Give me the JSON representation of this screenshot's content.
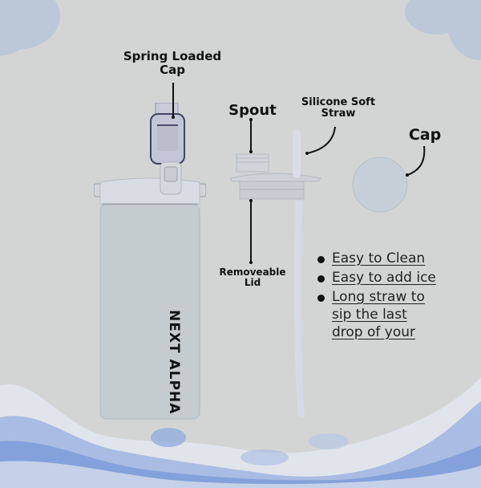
{
  "labels": {
    "spring_loaded_cap": [
      "Spring Loaded",
      "Cap"
    ],
    "spout": "Spout",
    "silicone_straw": [
      "Silicone Soft",
      "Straw"
    ],
    "cap": "Cap",
    "removeable_lid": [
      "Removeable",
      "Lid"
    ]
  },
  "brand": "NEXT ALPHA",
  "features": [
    "Easy to Clean",
    "Easy to add ice",
    [
      "Long straw to",
      "sip the last",
      "drop of your"
    ]
  ],
  "colors": {
    "background": "#d3d5d5",
    "cloud": "#bcc8d8",
    "bottle": "#c4ccd0",
    "water": "#7b9ad8",
    "text": "#111111"
  }
}
